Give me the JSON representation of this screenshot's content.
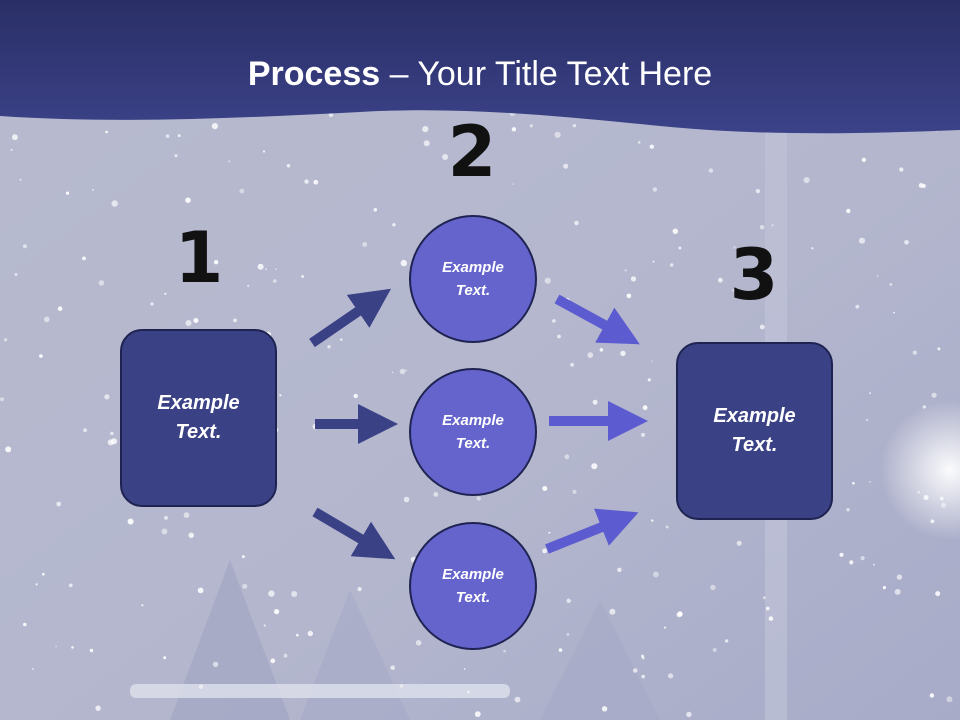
{
  "slide": {
    "title_bold": "Process",
    "title_rest": " – Your Title Text Here"
  },
  "steps": {
    "one": "1",
    "two": "2",
    "three": "3"
  },
  "nodes": {
    "left_box": "Example\nText.",
    "circle_top": "Example\nText.",
    "circle_middle": "Example\nText.",
    "circle_bottom": "Example\nText.",
    "right_box": "Example\nText."
  },
  "colors": {
    "header_band": "#323a7a",
    "box_fill": "#3a4185",
    "circle_fill": "#6464cc",
    "arrow_dark": "#3a4185",
    "arrow_light": "#5c5cd0",
    "background": "#b9bcd0"
  }
}
